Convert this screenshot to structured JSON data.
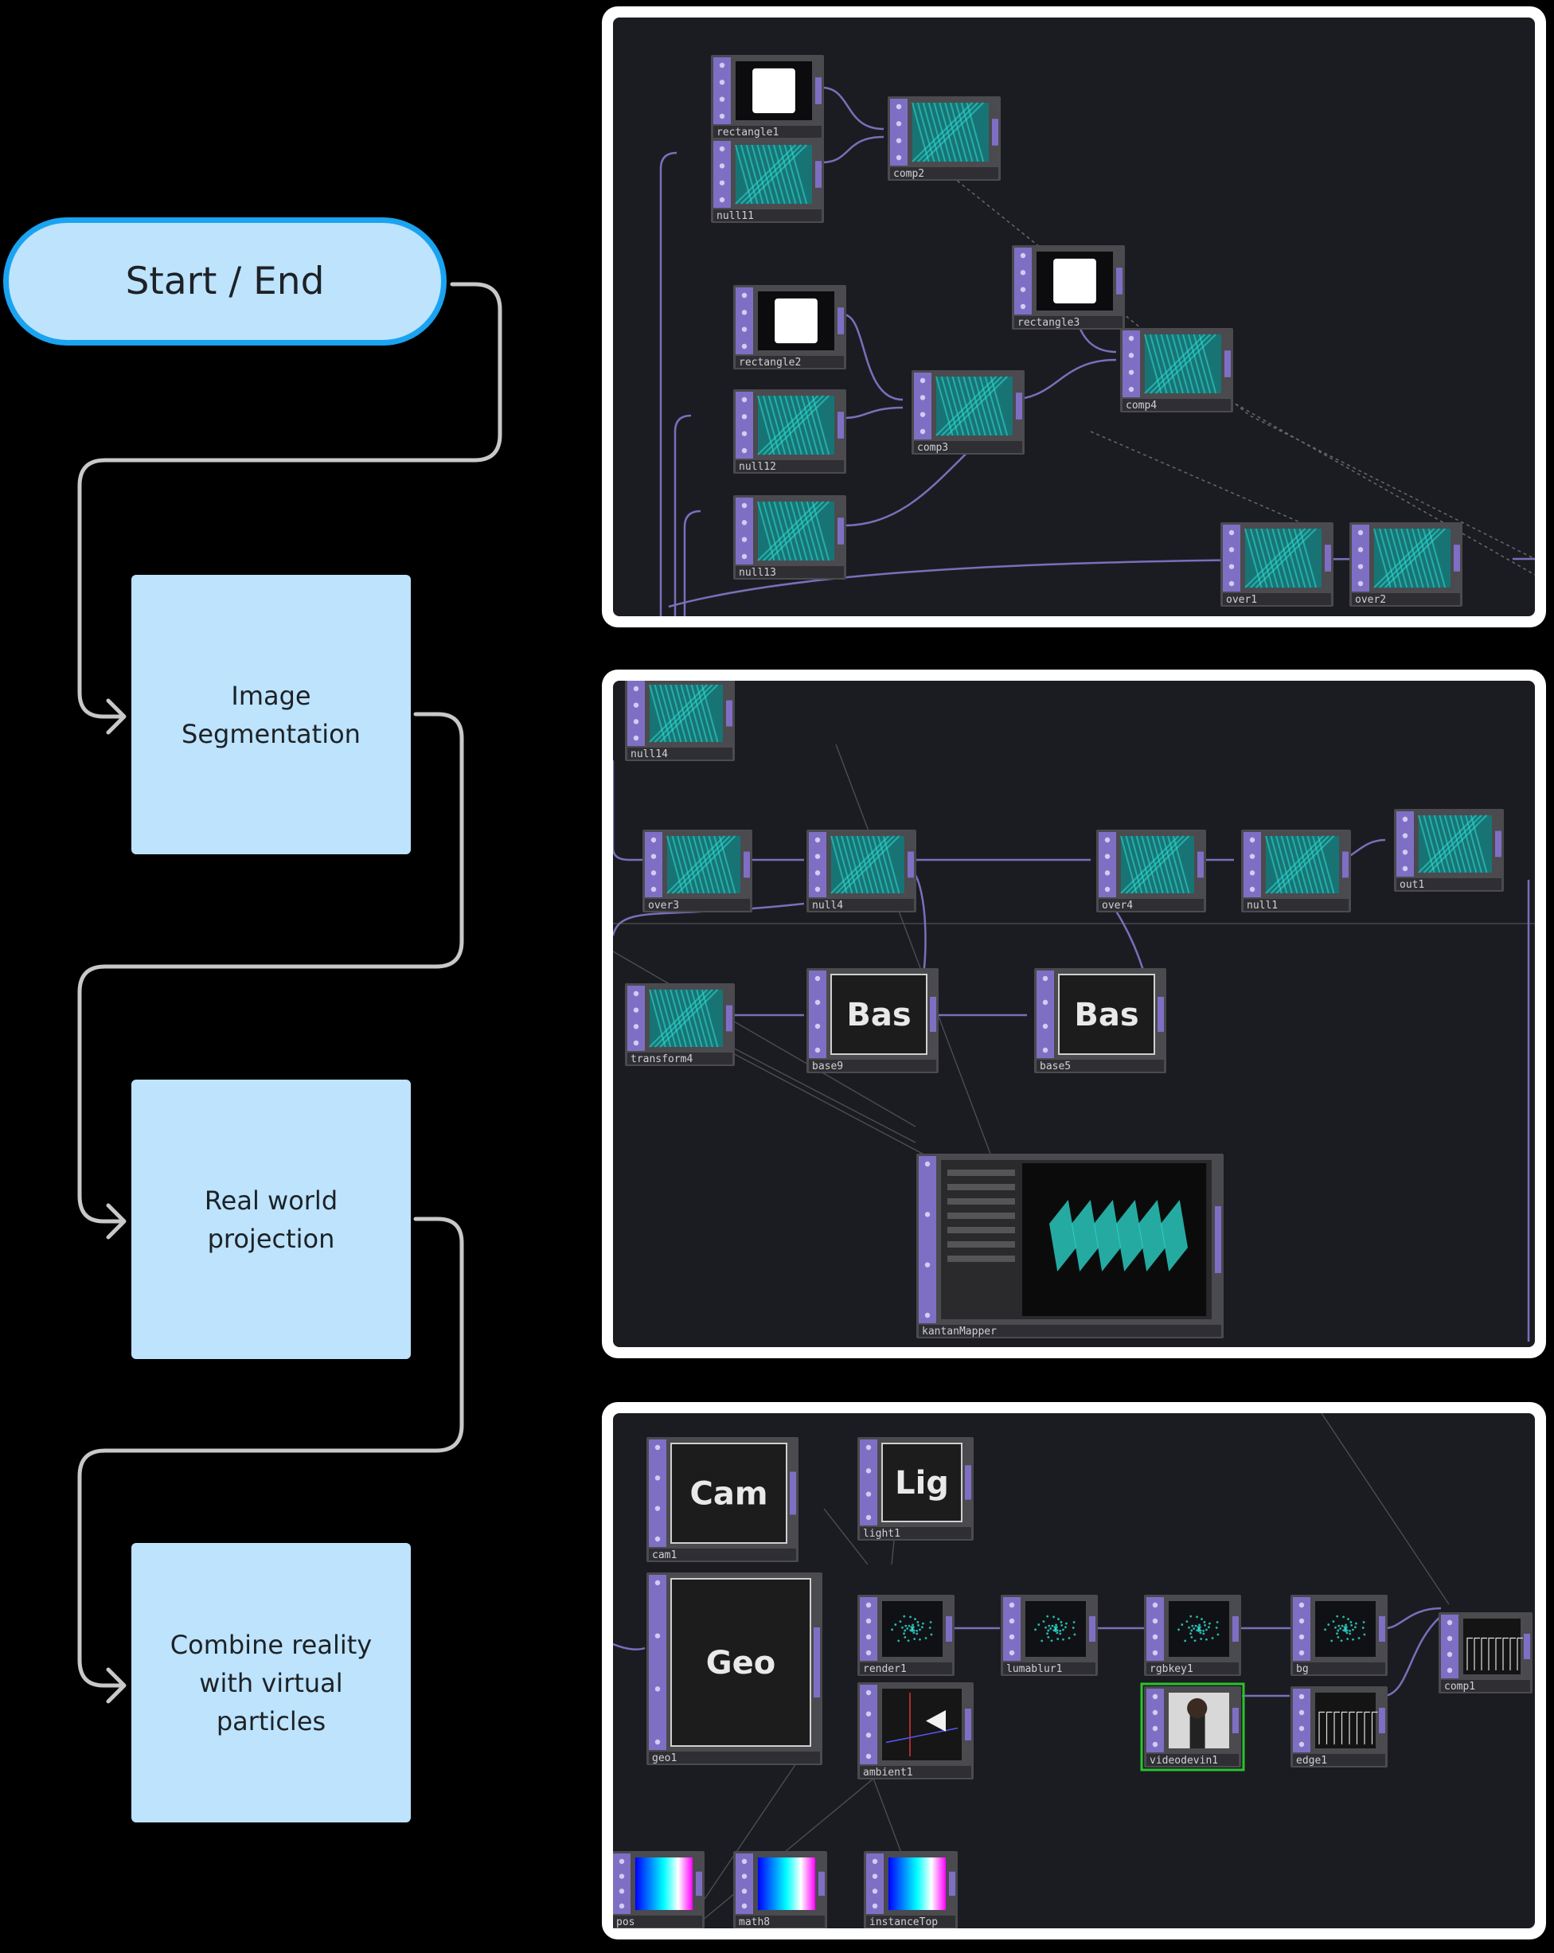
{
  "flowchart": {
    "start": "Start / End",
    "steps": [
      "Image\nSegmentation",
      "Real world\nprojection",
      "Combine reality\nwith virtual\nparticles"
    ]
  },
  "colors": {
    "node_fill": "#bde3fd",
    "start_border": "#1aa3f0",
    "connector": "#c8c8c8",
    "panel_bg": "#1b1c21",
    "op_purple": "#7f6fc4",
    "wire": "#8a7ed6",
    "teal": "#2fe0d6"
  },
  "panels": [
    {
      "nodes": [
        {
          "label": "rectangle1",
          "kind": "white"
        },
        {
          "label": "null11",
          "kind": "teal"
        },
        {
          "label": "comp2",
          "kind": "teal"
        },
        {
          "label": "rectangle3",
          "kind": "white"
        },
        {
          "label": "rectangle2",
          "kind": "white"
        },
        {
          "label": "comp4",
          "kind": "teal"
        },
        {
          "label": "null12",
          "kind": "teal"
        },
        {
          "label": "comp3",
          "kind": "teal"
        },
        {
          "label": "null13",
          "kind": "teal"
        },
        {
          "label": "over1",
          "kind": "teal"
        },
        {
          "label": "over2",
          "kind": "teal"
        }
      ]
    },
    {
      "nodes": [
        {
          "label": "null14",
          "kind": "teal"
        },
        {
          "label": "over3",
          "kind": "teal"
        },
        {
          "label": "null4",
          "kind": "teal"
        },
        {
          "label": "over4",
          "kind": "teal"
        },
        {
          "label": "null1",
          "kind": "teal"
        },
        {
          "label": "out1",
          "kind": "teal"
        },
        {
          "label": "transform4",
          "kind": "teal"
        },
        {
          "label": "base9",
          "kind": "comp",
          "title": "Bas"
        },
        {
          "label": "base5",
          "kind": "comp",
          "title": "Bas"
        },
        {
          "label": "kantanMapper",
          "kind": "mapper"
        }
      ]
    },
    {
      "nodes": [
        {
          "label": "cam1",
          "kind": "comp",
          "title": "Cam"
        },
        {
          "label": "light1",
          "kind": "comp",
          "title": "Lig"
        },
        {
          "label": "geo1",
          "kind": "comp",
          "title": "Geo"
        },
        {
          "label": "render1",
          "kind": "particles"
        },
        {
          "label": "lumablur1",
          "kind": "particles"
        },
        {
          "label": "rgbkey1",
          "kind": "particles"
        },
        {
          "label": "bg",
          "kind": "particles"
        },
        {
          "label": "comp1",
          "kind": "edge"
        },
        {
          "label": "ambient1",
          "kind": "axes"
        },
        {
          "label": "videodevin1",
          "kind": "video"
        },
        {
          "label": "edge1",
          "kind": "edge"
        },
        {
          "label": "pos",
          "kind": "ramp"
        },
        {
          "label": "math8",
          "kind": "ramp"
        },
        {
          "label": "instanceTop",
          "kind": "ramp"
        }
      ]
    }
  ]
}
